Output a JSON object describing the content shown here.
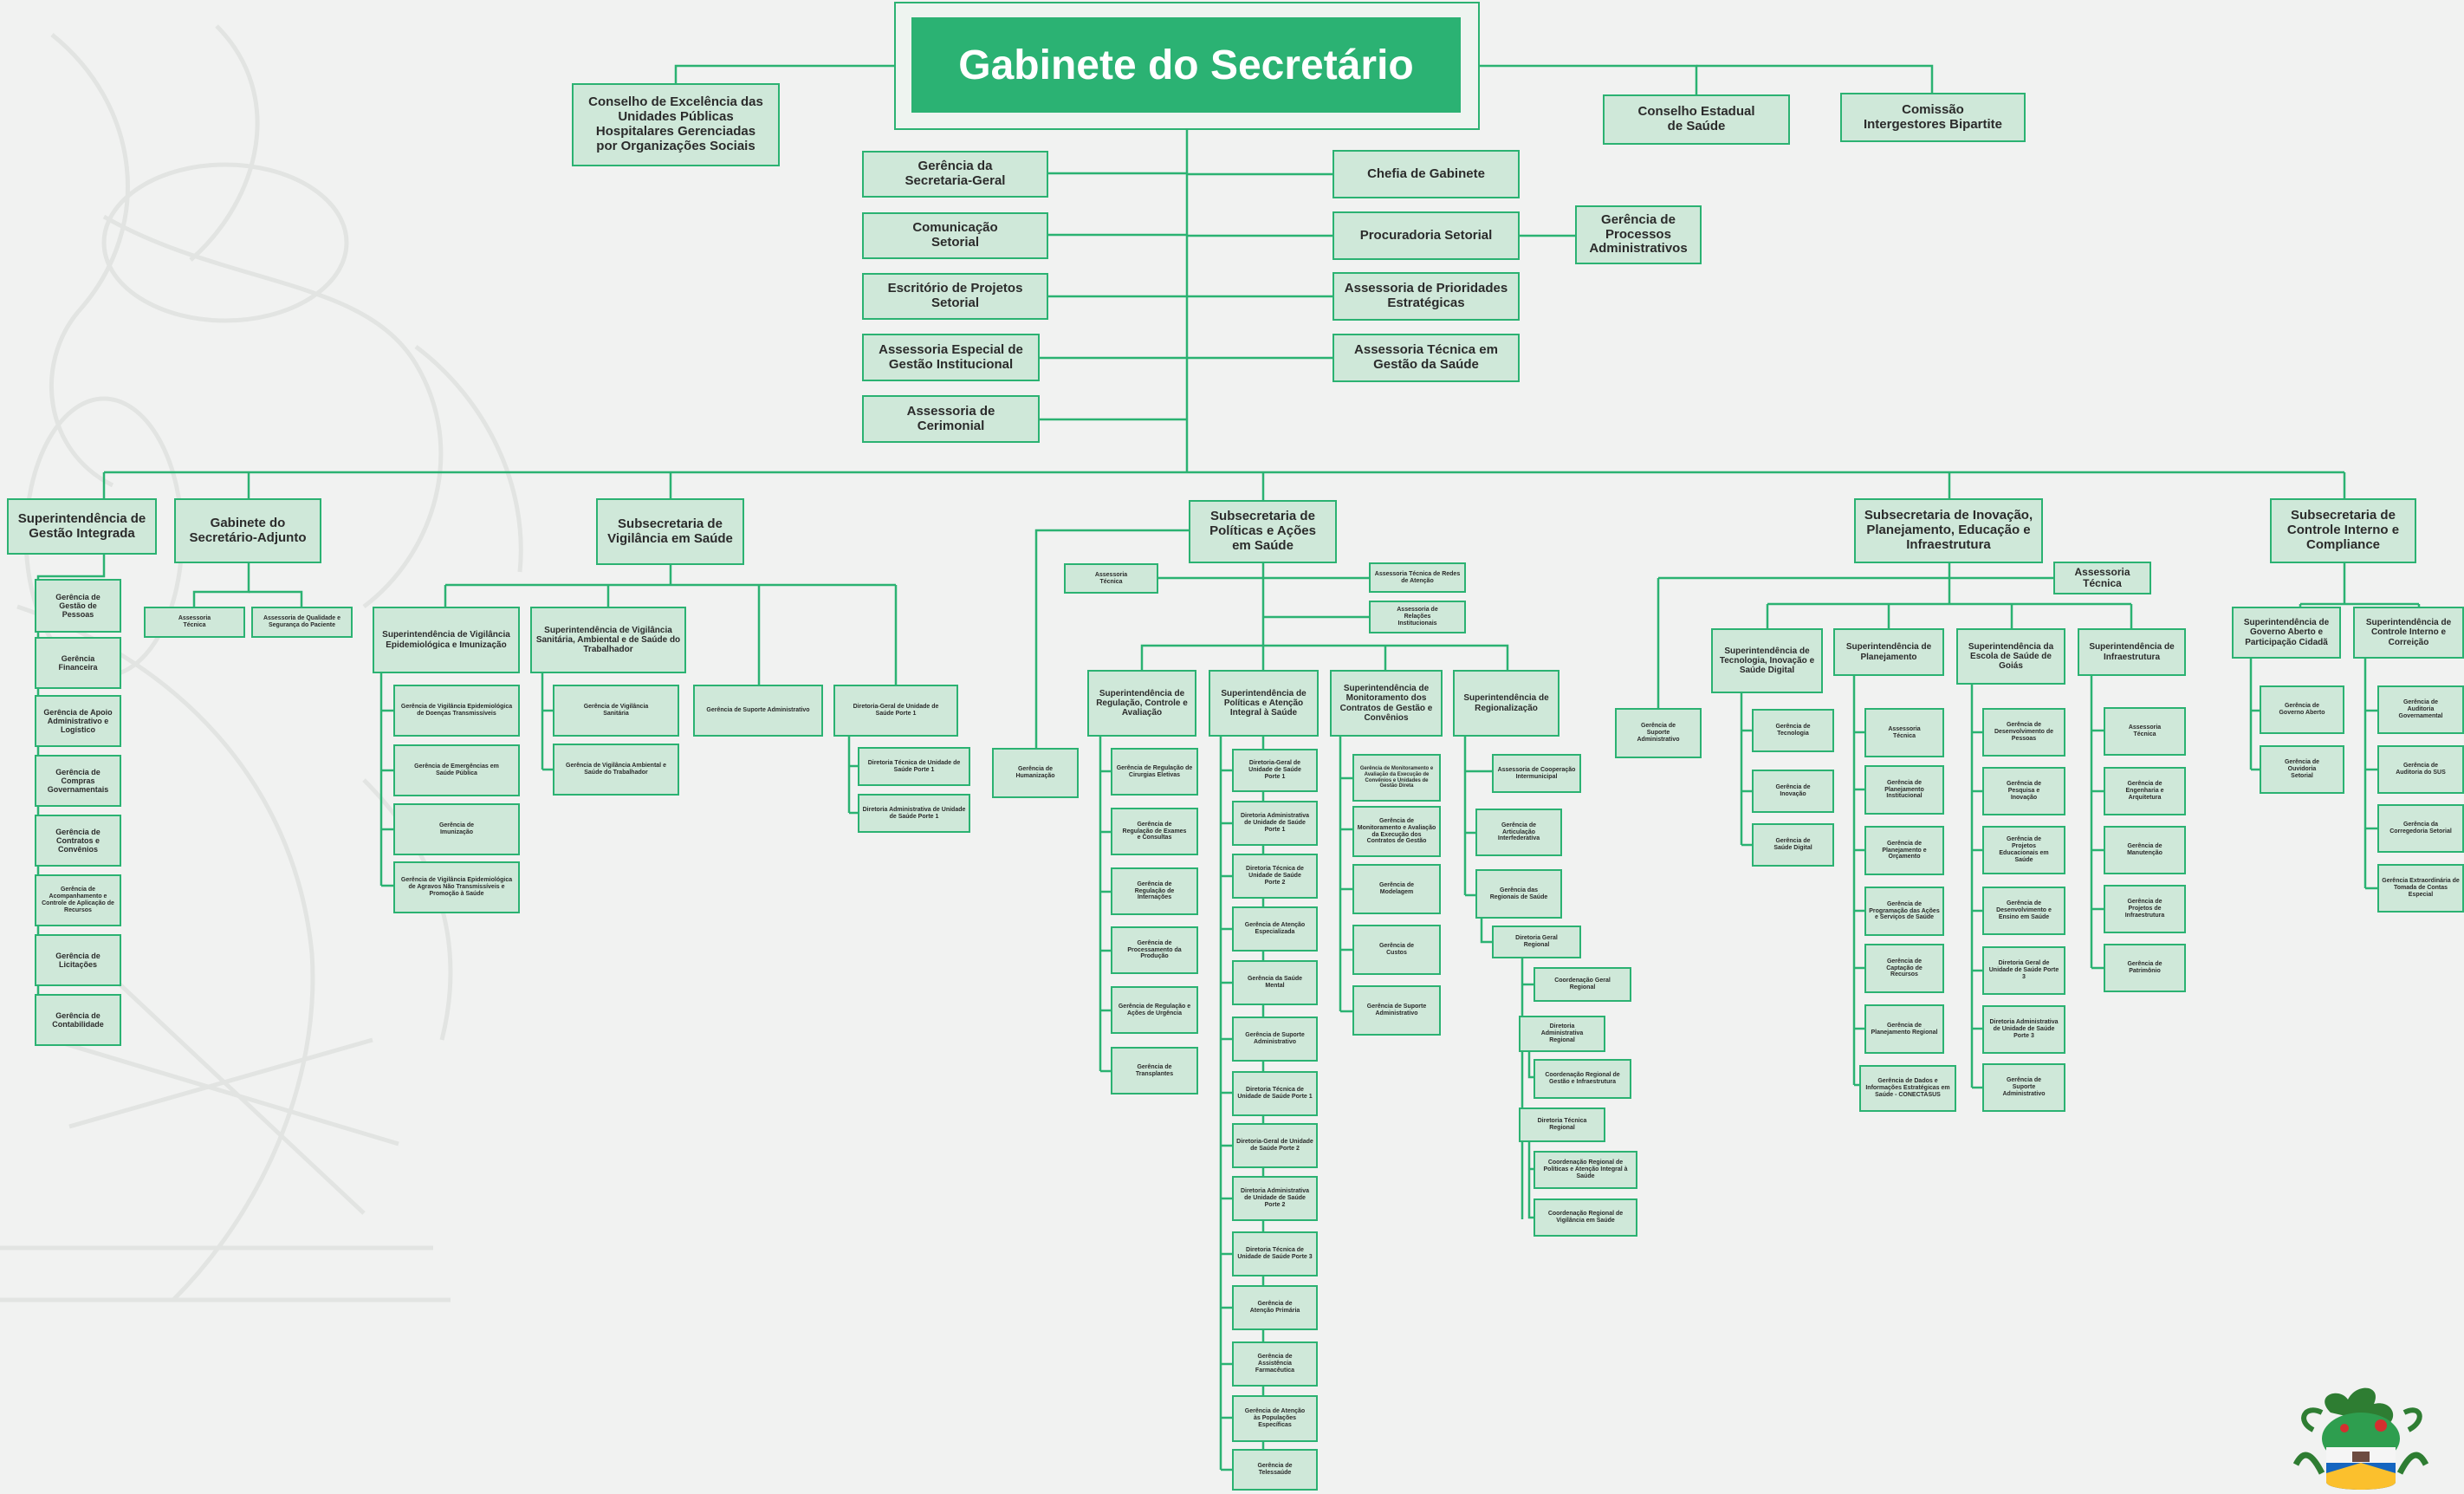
{
  "title": "Gabinete do Secretário",
  "colors": {
    "accent": "#2bb273",
    "box_fill": "#cfe8d9",
    "box_border": "#2bb272",
    "background": "#f1f2f1"
  },
  "top": {
    "conselho_excelencia": "Conselho de Excelência das Unidades Públicas Hospitalares Gerenciadas por Organizações Sociais",
    "conselho_estadual": "Conselho Estadual de Saúde",
    "comissao_intergestores": "Comissão Intergestores Bipartite"
  },
  "gabinete_left": [
    "Gerência da Secretaria-Geral",
    "Comunicação Setorial",
    "Escritório de Projetos Setorial",
    "Assessoria Especial de Gestão Institucional",
    "Assessoria de Cerimonial"
  ],
  "gabinete_right": [
    "Chefia de Gabinete",
    "Procuradoria Setorial",
    "Assessoria de Prioridades Estratégicas",
    "Assessoria Técnica em Gestão da Saúde"
  ],
  "gerencia_processos": "Gerência de Processos Administrativos",
  "sup_gestao": {
    "title": "Superintendência de Gestão Integrada",
    "items": [
      "Gerência de Gestão de Pessoas",
      "Gerência Financeira",
      "Gerência de Apoio Administrativo e Logístico",
      "Gerência de Compras Governamentais",
      "Gerência de Contratos e Convênios",
      "Gerência de Acompanhamento e Controle de Aplicação de Recursos",
      "Gerência de Licitações",
      "Gerência de Contabilidade"
    ]
  },
  "gab_adjunto": {
    "title": "Gabinete do Secretário-Adjunto",
    "items": [
      "Assessoria Técnica",
      "Assessoria de Qualidade e Segurança do Paciente"
    ]
  },
  "sub_vigilancia": {
    "title": "Subsecretaria de Vigilância em Saúde",
    "epi": {
      "title": "Superintendência de Vigilância Epidemiológica e Imunização",
      "items": [
        "Gerência de Vigilância Epidemiológica de Doenças Transmissíveis",
        "Gerência de Emergências em Saúde Pública",
        "Gerência de Imunização",
        "Gerência de Vigilância Epidemiológica de Agravos Não Transmissíveis e Promoção à Saúde"
      ]
    },
    "san": {
      "title": "Superintendência de Vigilância Sanitária, Ambiental e de Saúde do Trabalhador",
      "items": [
        "Gerência de Vigilância Sanitária",
        "Gerência de Vigilância Ambiental e Saúde do Trabalhador"
      ]
    },
    "suporte": "Gerência de Suporte Administrativo",
    "diretoria": {
      "title": "Diretoria-Geral de Unidade de Saúde Porte 1",
      "items": [
        "Diretoria Técnica de Unidade de Saúde Porte 1",
        "Diretoria Administrativa de Unidade de Saúde Porte 1"
      ]
    }
  },
  "sub_politicas": {
    "title": "Subsecretaria de Políticas e Ações em Saúde",
    "assessoria_tecnica": "Assessoria Técnica",
    "assessoria_redes": "Assessoria Técnica de Redes de Atenção",
    "assessoria_relacoes": "Assessoria de Relações Institucionais",
    "humanizacao": "Gerência de Humanização",
    "regulacao": {
      "title": "Superintendência de Regulação, Controle e Avaliação",
      "items": [
        "Gerência de Regulação de Cirurgias Eletivas",
        "Gerência de Regulação de Exames e Consultas",
        "Gerência de Regulação de Internações",
        "Gerência de Processamento da Produção",
        "Gerência de Regulação e Ações de Urgência",
        "Gerência de Transplantes"
      ]
    },
    "atencao": {
      "title": "Superintendência de Políticas e Atenção Integral à Saúde",
      "items": [
        "Diretoria-Geral de Unidade de Saúde Porte 1",
        "Diretoria Administrativa de Unidade de Saúde Porte 1",
        "Diretoria Técnica de Unidade de Saúde Porte 2",
        "Gerência de Atenção Especializada",
        "Gerência da Saúde Mental",
        "Gerência de Suporte Administrativo",
        "Diretoria Técnica de Unidade de Saúde Porte 1",
        "Diretoria-Geral de Unidade de Saúde Porte 2",
        "Diretoria Administrativa de Unidade de Saúde Porte 2",
        "Diretoria Técnica de Unidade de Saúde Porte 3",
        "Gerência de Atenção Primária",
        "Gerência de Assistência Farmacêutica",
        "Gerência de Atenção às Populações Específicas",
        "Gerência de Telessaúde"
      ]
    },
    "monitoramento": {
      "title": "Superintendência de Monitoramento dos Contratos de Gestão e Convênios",
      "items": [
        "Gerência de Monitoramento e Avaliação da Execução de Convênios e Unidades de Gestão Direta",
        "Gerência de Monitoramento e Avaliação da Execução dos Contratos de Gestão",
        "Gerência de Modelagem",
        "Gerência de Custos",
        "Gerência de Suporte Administrativo"
      ]
    },
    "regionalizacao": {
      "title": "Superintendência de Regionalização",
      "assessoria": "Assessoria de Cooperação Intermunicipal",
      "articulacao": "Gerência de Articulação Interfederativa",
      "regionais": "Gerência das Regionais de Saúde",
      "dir_geral": "Diretoria Geral Regional",
      "coord_geral": "Coordenação Geral Regional",
      "dir_admin": "Diretoria Administrativa Regional",
      "coord_gestao": "Coordenação Regional de Gestão e Infraestrutura",
      "dir_tecnica": "Diretoria Técnica Regional",
      "coord_politicas": "Coordenação Regional de Políticas e Atenção Integral à Saúde",
      "coord_vigilancia": "Coordenação Regional de Vigilância em Saúde"
    }
  },
  "sub_inovacao": {
    "title": "Subsecretaria de Inovação, Planejamento, Educação e Infraestrutura",
    "assessoria": "Assessoria Técnica",
    "suporte": "Gerência de Suporte Administrativo",
    "tecnologia": {
      "title": "Superintendência de Tecnologia, Inovação e Saúde Digital",
      "items": [
        "Gerência de Tecnologia",
        "Gerência de Inovação",
        "Gerência de Saúde Digital"
      ]
    },
    "planejamento": {
      "title": "Superintendência de Planejamento",
      "items": [
        "Assessoria Técnica",
        "Gerência de Planejamento Institucional",
        "Gerência de Planejamento e Orçamento",
        "Gerência de Programação das Ações e Serviços de Saúde",
        "Gerência de Captação de Recursos",
        "Gerência de Planejamento Regional",
        "Gerência de Dados e Informações Estratégicas em Saúde - CONECTASUS"
      ]
    },
    "escola": {
      "title": "Superintendência da Escola de Saúde de Goiás",
      "items": [
        "Gerência de Desenvolvimento de Pessoas",
        "Gerência de Pesquisa e Inovação",
        "Gerência de Projetos Educacionais em Saúde",
        "Gerência de Desenvolvimento e Ensino em Saúde",
        "Diretoria Geral de Unidade de Saúde Porte 3",
        "Diretoria Administrativa de Unidade de Saúde Porte 3",
        "Gerência de Suporte Administrativo"
      ]
    },
    "infraestrutura": {
      "title": "Superintendência de Infraestrutura",
      "items": [
        "Assessoria Técnica",
        "Gerência de Engenharia e Arquitetura",
        "Gerência de Manutenção",
        "Gerência de Projetos de Infraestrutura",
        "Gerência de Patrimônio"
      ]
    }
  },
  "sub_controle": {
    "title": "Subsecretaria de Controle Interno e Compliance",
    "governo": {
      "title": "Superintendência de Governo Aberto e Participação Cidadã",
      "items": [
        "Gerência de Governo Aberto",
        "Gerência de Ouvidoria Setorial"
      ]
    },
    "controle": {
      "title": "Superintendência de Controle Interno e Correição",
      "items": [
        "Gerência de Auditoria Governamental",
        "Gerência de Auditoria do SUS",
        "Gerência da Corregedoria Setorial",
        "Gerência Extraordinária de Tomada de Contas Especial"
      ]
    }
  }
}
